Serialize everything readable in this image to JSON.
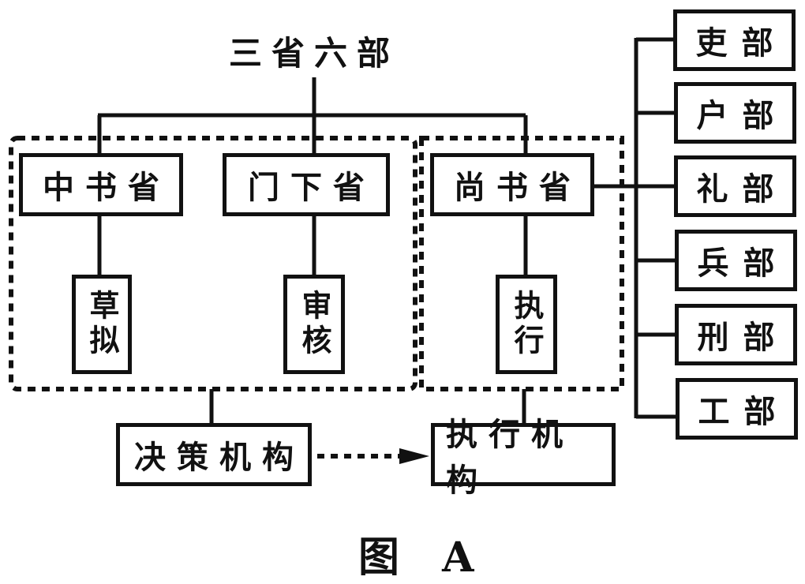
{
  "title": "三省六部",
  "provinces": [
    {
      "name": "中书省",
      "function": "草拟"
    },
    {
      "name": "门下省",
      "function": "审核"
    },
    {
      "name": "尚书省",
      "function": "执行"
    }
  ],
  "ministries": [
    "吏部",
    "户部",
    "礼部",
    "兵部",
    "刑部",
    "工部"
  ],
  "groups": {
    "decision": "决策机构",
    "execution": "执行机构"
  },
  "caption": "图 A"
}
